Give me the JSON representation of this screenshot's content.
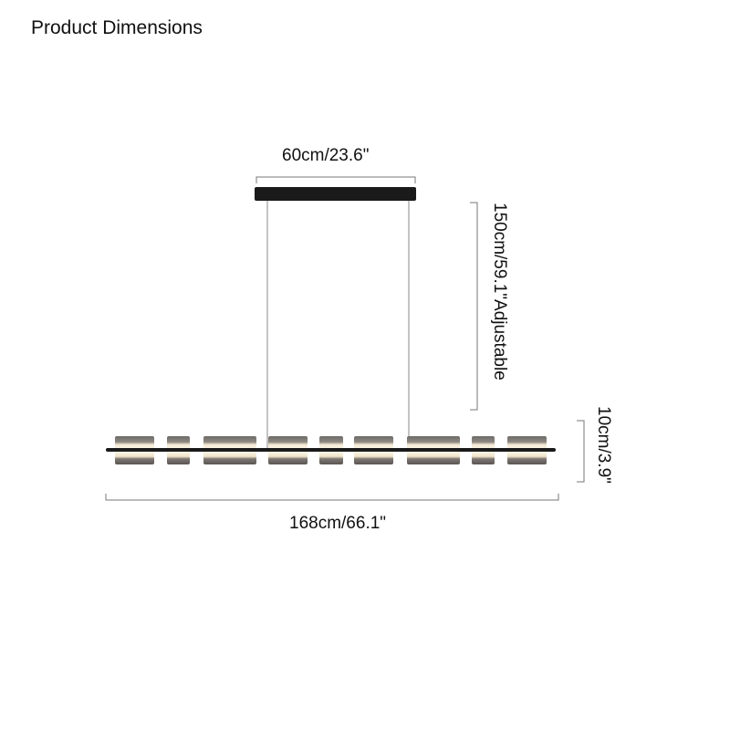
{
  "title": "Product Dimensions",
  "dimensions": {
    "canopy_width": "60cm/23.6\"",
    "drop_height": "150cm/59.1\"Adjustable",
    "fixture_height": "10cm/3.9\"",
    "total_length": "168cm/66.1\""
  },
  "colors": {
    "line": "#777777",
    "fixture": "#1a1a1a",
    "glow": "#fff6df",
    "shade": "#6e6e6e"
  }
}
